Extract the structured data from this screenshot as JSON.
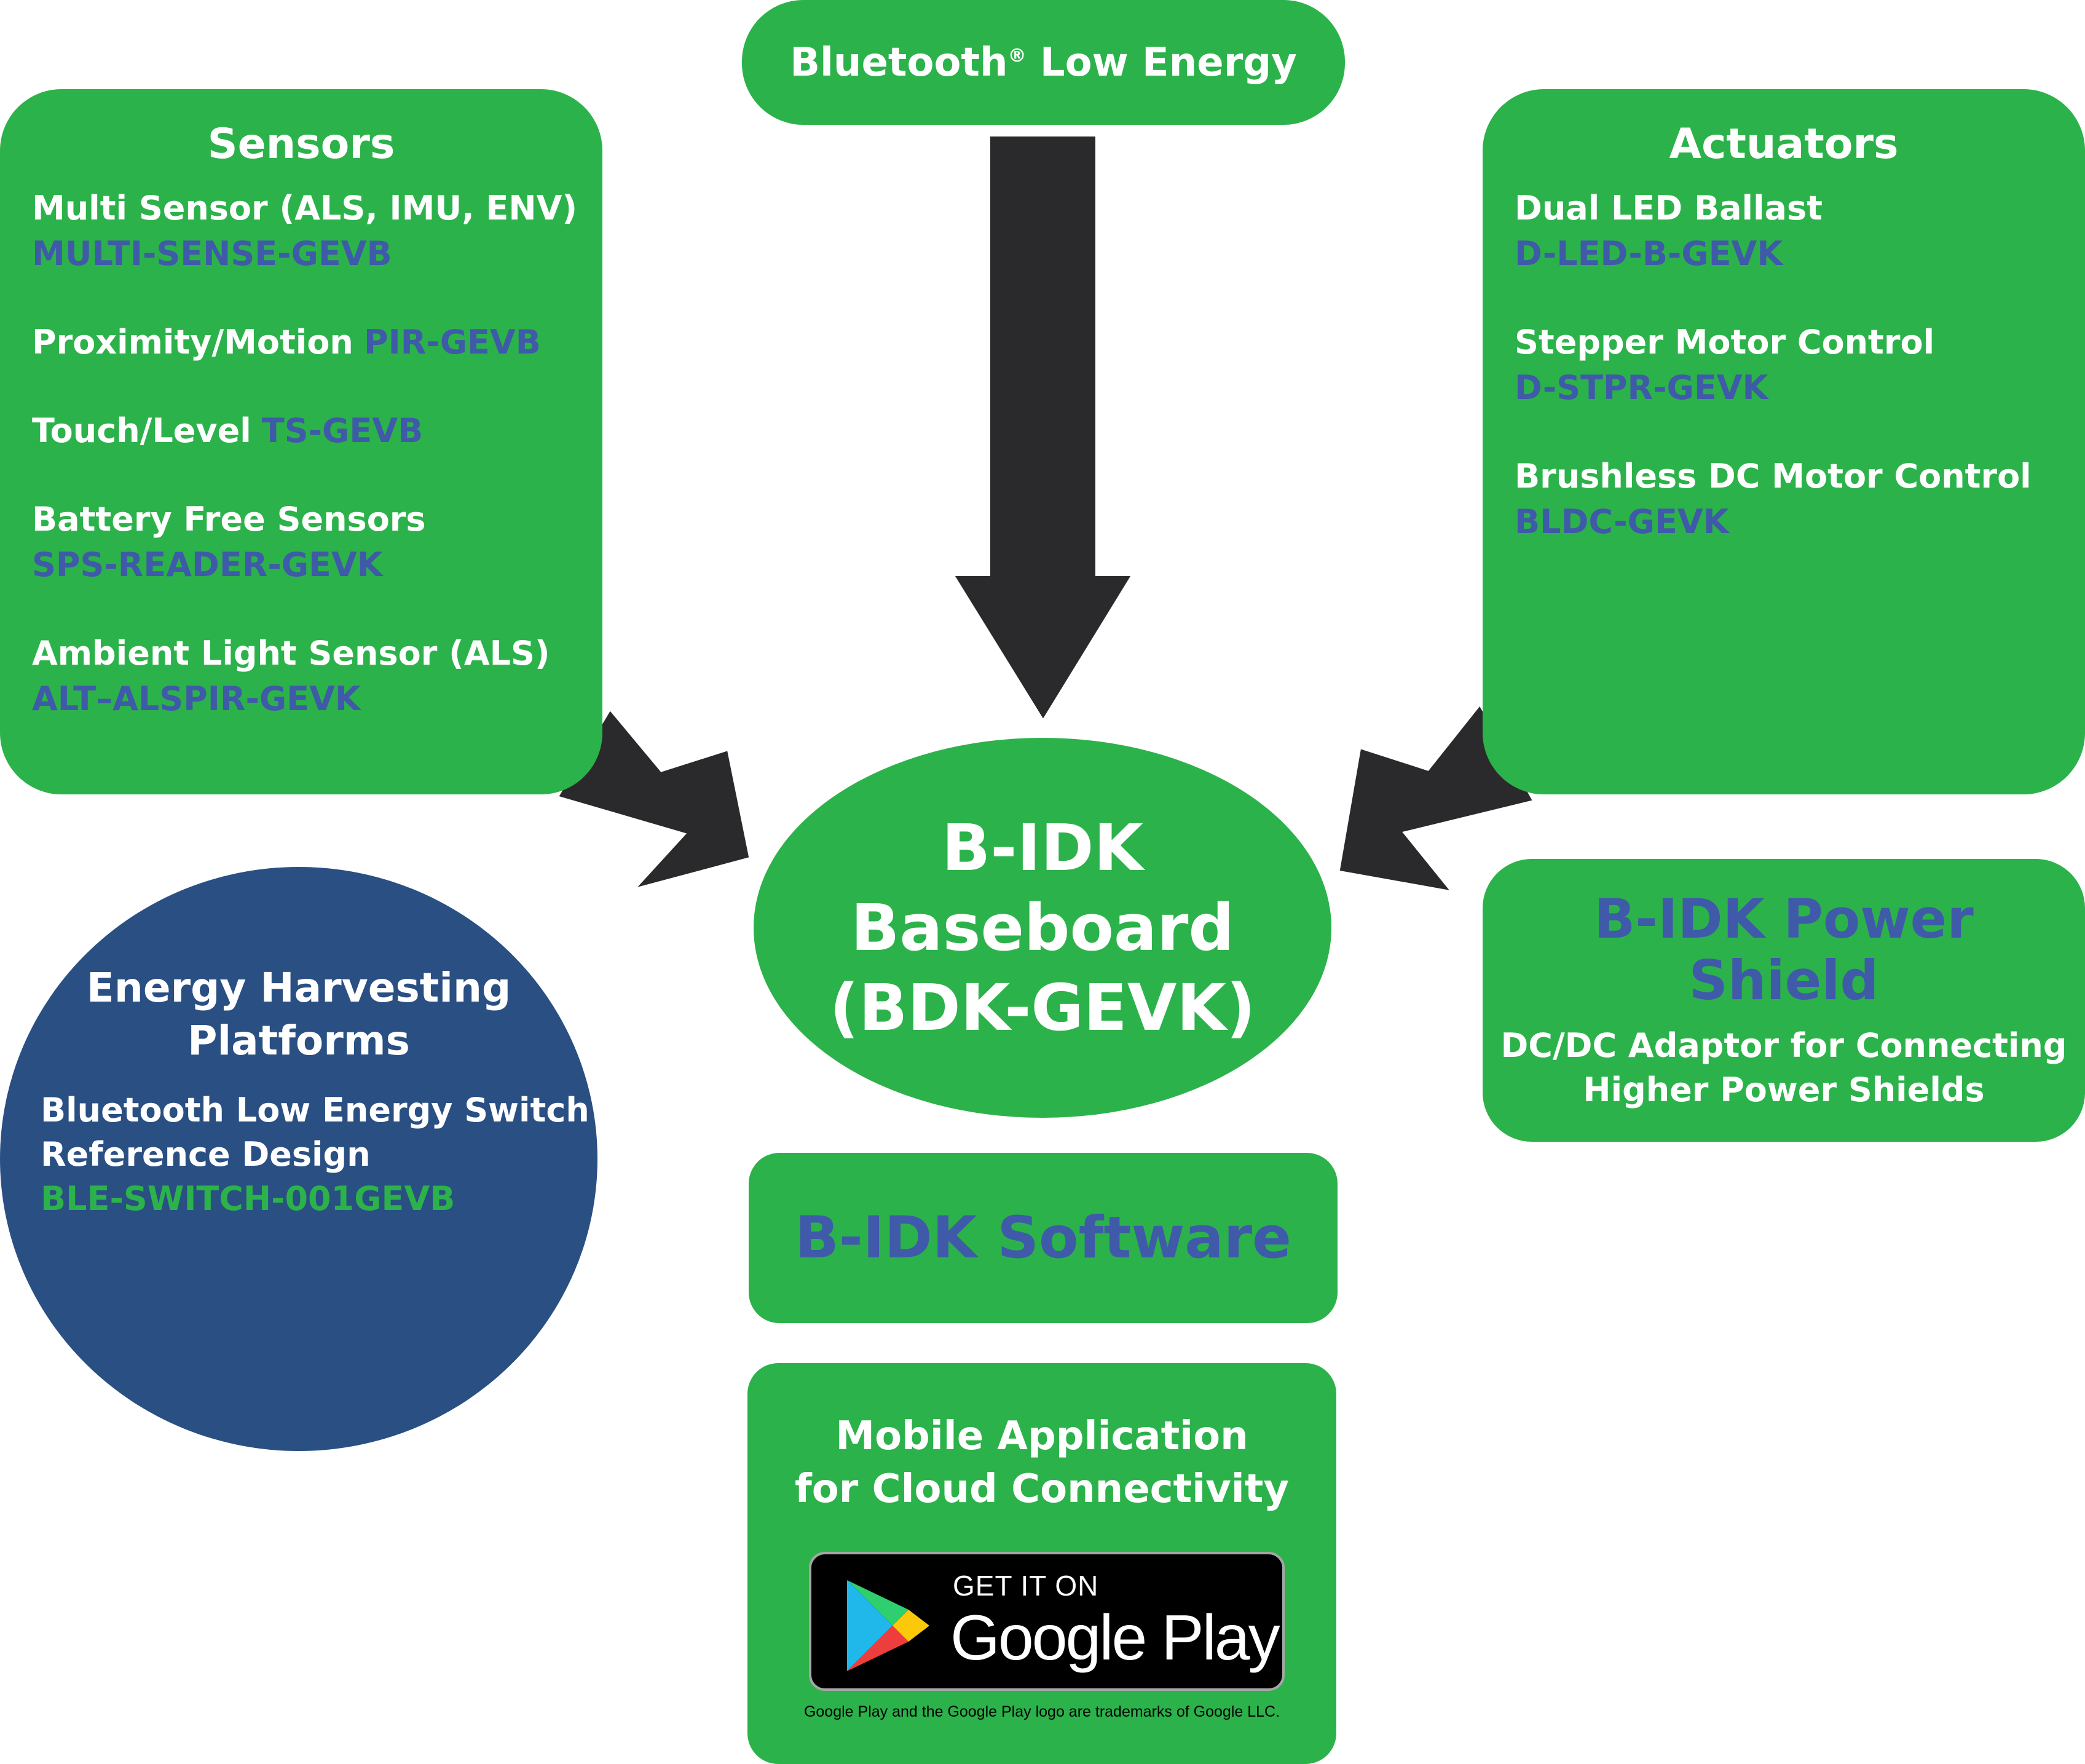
{
  "colors": {
    "green": "#2cb24a",
    "blue_text": "#3f5aa8",
    "navy": "#294f83",
    "arrow": "#2a2a2c",
    "white": "#ffffff"
  },
  "ble": {
    "title": "Bluetooth",
    "reg": "®",
    "title_rest": "Low Energy"
  },
  "sensors": {
    "title": "Sensors",
    "items": [
      {
        "label": "Multi Sensor (ALS, IMU, ENV)",
        "code": "MULTI-SENSE-GEVB"
      },
      {
        "label": "Proximity/Motion",
        "code": "PIR-GEVB"
      },
      {
        "label": "Touch/Level",
        "code": "TS-GEVB"
      },
      {
        "label": "Battery Free Sensors",
        "code": "SPS-READER-GEVK"
      },
      {
        "label": "Ambient Light Sensor (ALS)",
        "code": "ALT–ALSPIR-GEVK"
      }
    ]
  },
  "actuators": {
    "title": "Actuators",
    "items": [
      {
        "label": "Dual LED Ballast",
        "code": "D-LED-B-GEVK"
      },
      {
        "label": "Stepper Motor Control",
        "code": "D-STPR-GEVK"
      },
      {
        "label": "Brushless DC Motor Control",
        "code": "BLDC-GEVK"
      }
    ]
  },
  "baseboard": {
    "line1": "B-IDK",
    "line2": "Baseboard",
    "line3": "(BDK-GEVK)"
  },
  "power_shield": {
    "title_line1": "B-IDK Power",
    "title_line2": "Shield",
    "desc_line1": "DC/DC Adaptor for Connecting",
    "desc_line2": "Higher Power Shields"
  },
  "energy": {
    "title_line1": "Energy Harvesting",
    "title_line2": "Platforms",
    "desc_line1": "Bluetooth Low Energy Switch",
    "desc_line2": "Reference Design",
    "code": "BLE-SWITCH-001GEVB"
  },
  "software": {
    "title": "B-IDK Software"
  },
  "mobile": {
    "title_line1": "Mobile Application",
    "title_line2": "for Cloud Connectivity",
    "badge_small": "GET IT ON",
    "badge_large": "Google Play",
    "trademark": "Google Play and the Google Play logo are trademarks of Google LLC."
  }
}
